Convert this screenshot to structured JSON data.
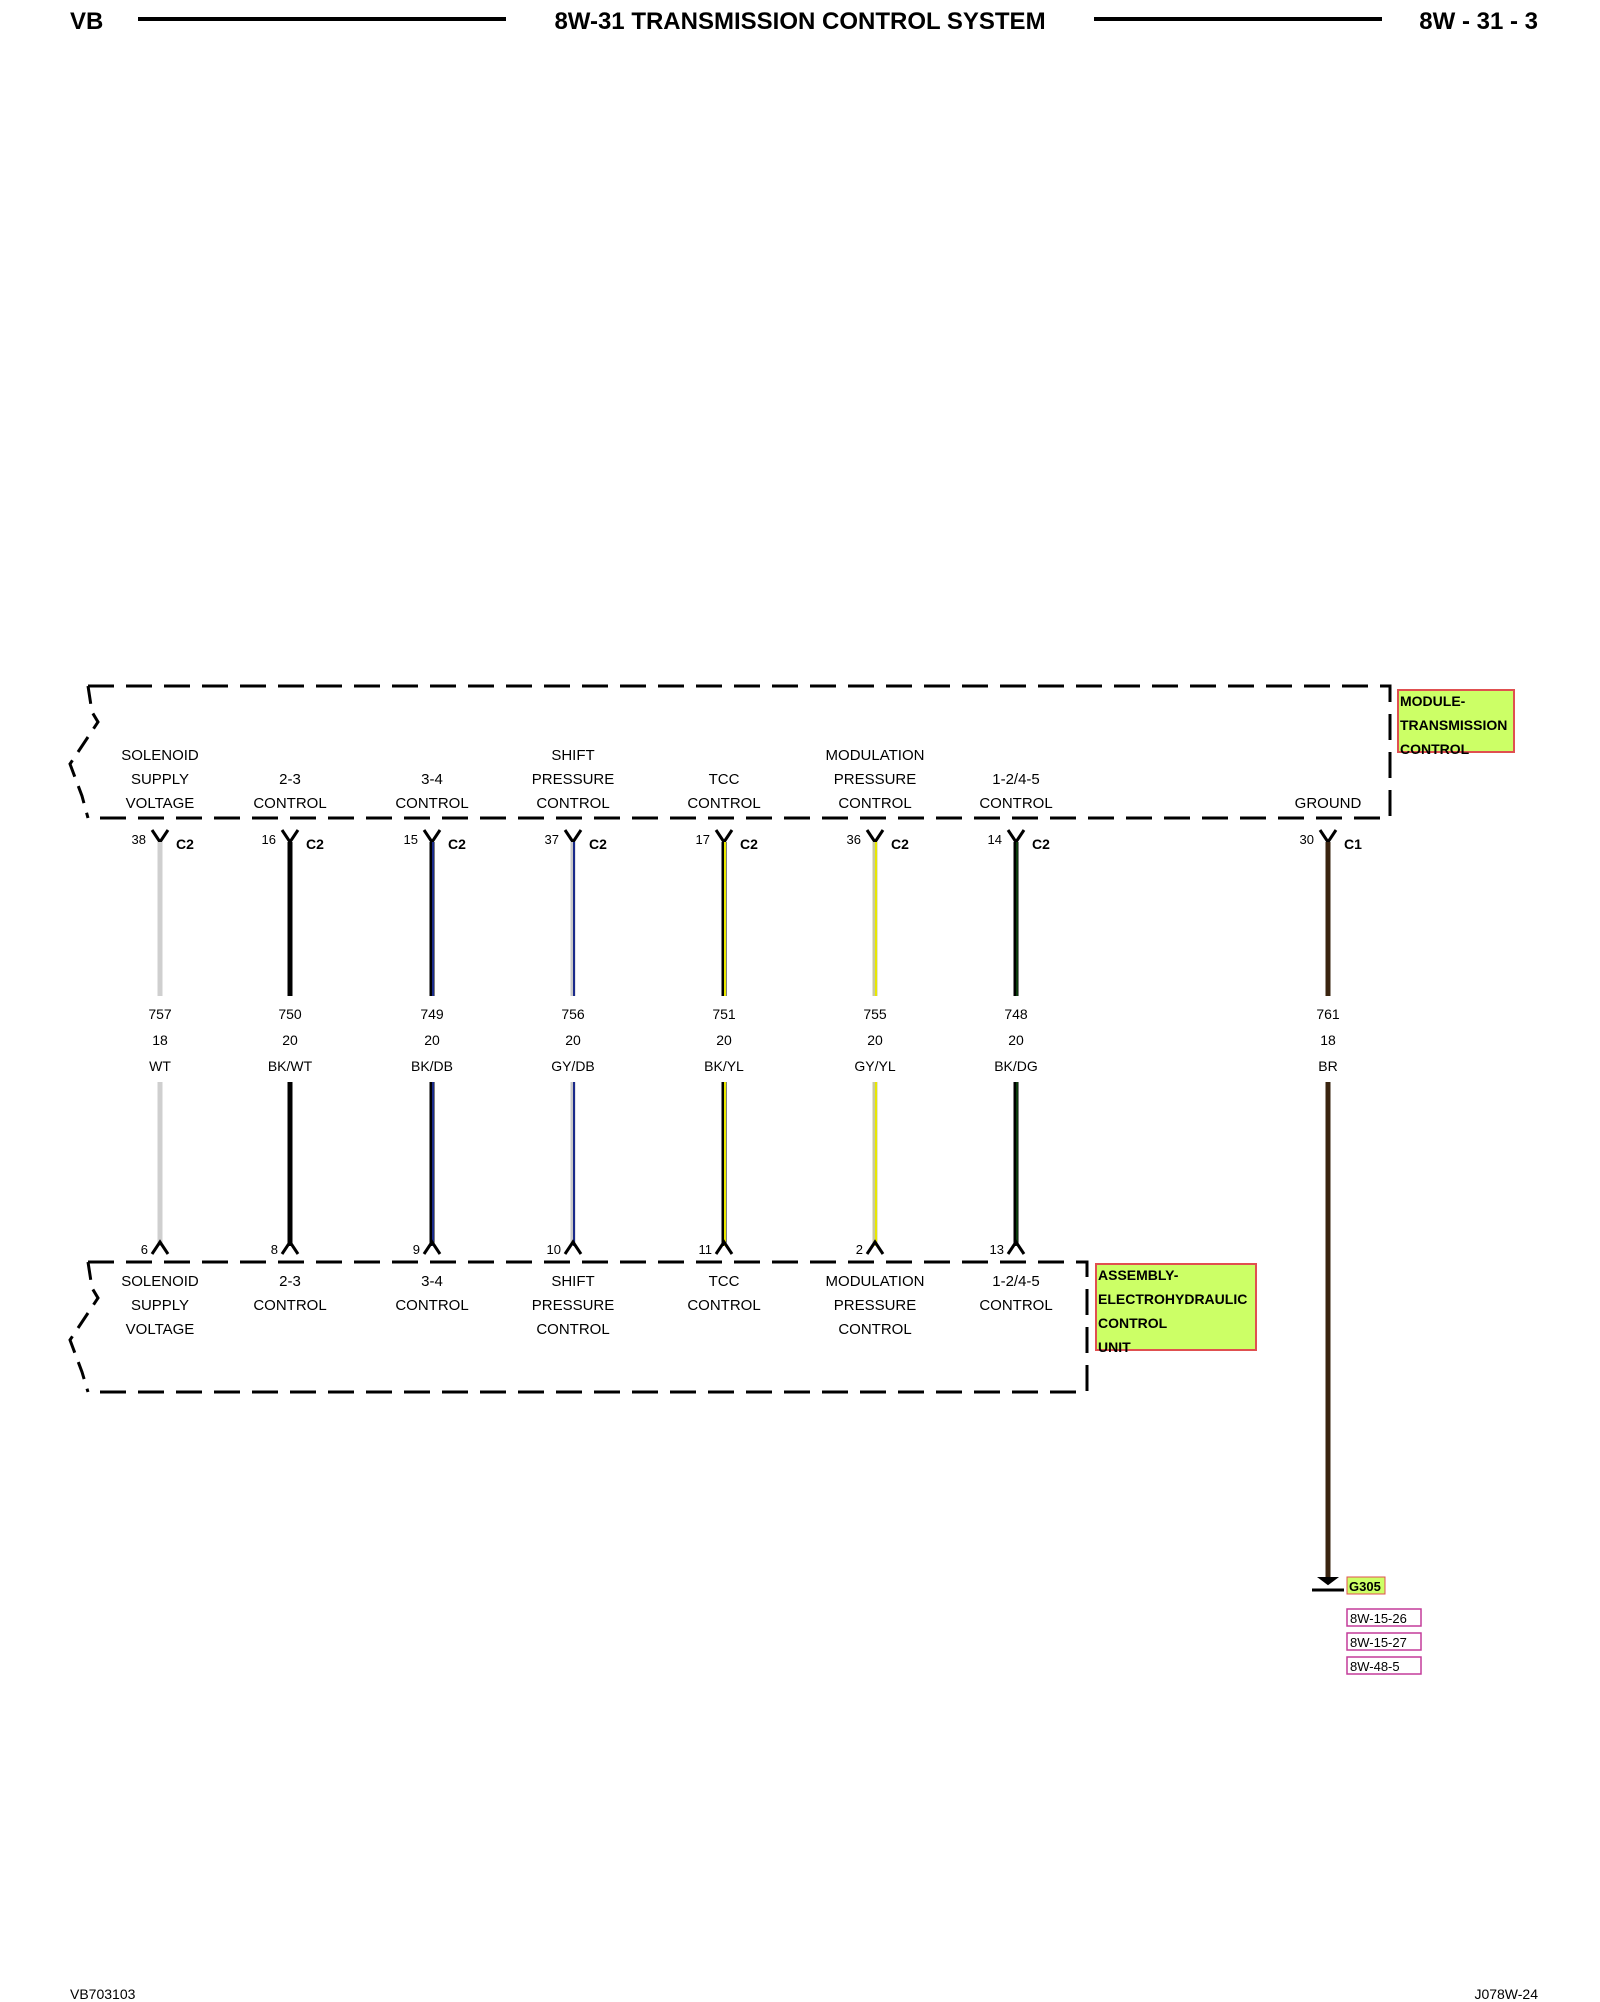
{
  "header": {
    "left": "VB",
    "title": "8W-31 TRANSMISSION CONTROL SYSTEM",
    "right": "8W - 31 - 3"
  },
  "footer": {
    "left": "VB703103",
    "right": "J078W-24"
  },
  "module": {
    "label_lines": [
      "MODULE-",
      "TRANSMISSION",
      "CONTROL"
    ],
    "box_color": "#ccff66",
    "border_color": "#e05050"
  },
  "assembly": {
    "label_lines": [
      "ASSEMBLY-",
      "ELECTROHYDRAULIC",
      "CONTROL",
      "UNIT"
    ],
    "box_color": "#ccff66",
    "border_color": "#e05050"
  },
  "circuits": [
    {
      "name_lines": [
        "SOLENOID",
        "SUPPLY",
        "VOLTAGE"
      ],
      "module_pin": "38",
      "module_conn": "C2",
      "circuit": "757",
      "gauge": "18",
      "color_code": "WT",
      "wire_color": "#cfcfcf",
      "stripe_color": "",
      "eh_pin": "6"
    },
    {
      "name_lines": [
        "2-3",
        "CONTROL"
      ],
      "module_pin": "16",
      "module_conn": "C2",
      "circuit": "750",
      "gauge": "20",
      "color_code": "BK/WT",
      "wire_color": "#000000",
      "stripe_color": "",
      "eh_pin": "8"
    },
    {
      "name_lines": [
        "3-4",
        "CONTROL"
      ],
      "module_pin": "15",
      "module_conn": "C2",
      "circuit": "749",
      "gauge": "20",
      "color_code": "BK/DB",
      "wire_color": "#000000",
      "stripe_color": "#1a2a8a",
      "eh_pin": "9"
    },
    {
      "name_lines": [
        "SHIFT",
        "PRESSURE",
        "CONTROL"
      ],
      "module_pin": "37",
      "module_conn": "C2",
      "circuit": "756",
      "gauge": "20",
      "color_code": "GY/DB",
      "wire_color": "#c8c8c8",
      "stripe_color": "#1a2a8a",
      "eh_pin": "10"
    },
    {
      "name_lines": [
        "TCC",
        "CONTROL"
      ],
      "module_pin": "17",
      "module_conn": "C2",
      "circuit": "751",
      "gauge": "20",
      "color_code": "BK/YL",
      "wire_color": "#000000",
      "stripe_color": "#e8e800",
      "eh_pin": "11"
    },
    {
      "name_lines": [
        "MODULATION",
        "PRESSURE",
        "CONTROL"
      ],
      "module_pin": "36",
      "module_conn": "C2",
      "circuit": "755",
      "gauge": "20",
      "color_code": "GY/YL",
      "wire_color": "#c8c8a0",
      "stripe_color": "#e8e800",
      "eh_pin": "2"
    },
    {
      "name_lines": [
        "1-2/4-5",
        "CONTROL"
      ],
      "module_pin": "14",
      "module_conn": "C2",
      "circuit": "748",
      "gauge": "20",
      "color_code": "BK/DG",
      "wire_color": "#000000",
      "stripe_color": "#0b3a0b",
      "eh_pin": "13"
    }
  ],
  "ground": {
    "name": "GROUND",
    "module_pin": "30",
    "module_conn": "C1",
    "circuit": "761",
    "gauge": "18",
    "color_code": "BR",
    "wire_color": "#3a2410",
    "ground_point": "G305",
    "refs": [
      "8W-15-26",
      "8W-15-27",
      "8W-48-5"
    ]
  }
}
